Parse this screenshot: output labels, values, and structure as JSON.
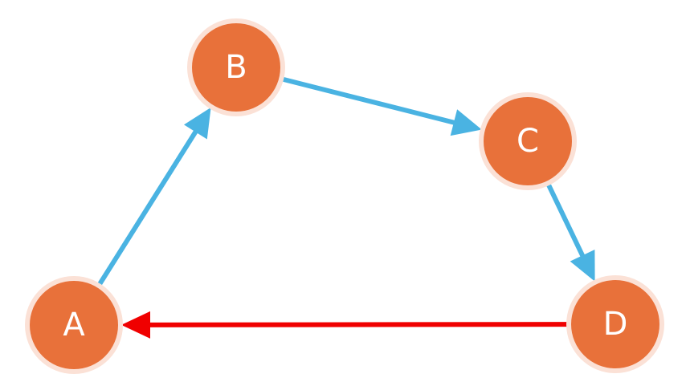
{
  "colors": {
    "node_fill": "#E8713A",
    "node_halo": "#FBE1D6",
    "edge_default": "#4AB3E2",
    "edge_highlight": "#F00000",
    "label": "#FFFFFF"
  },
  "nodes": [
    {
      "id": "A",
      "label": "A"
    },
    {
      "id": "B",
      "label": "B"
    },
    {
      "id": "C",
      "label": "C"
    },
    {
      "id": "D",
      "label": "D"
    }
  ],
  "edges": [
    {
      "from": "A",
      "to": "B",
      "highlighted": false
    },
    {
      "from": "B",
      "to": "C",
      "highlighted": false
    },
    {
      "from": "C",
      "to": "D",
      "highlighted": false
    },
    {
      "from": "D",
      "to": "A",
      "highlighted": true
    }
  ]
}
